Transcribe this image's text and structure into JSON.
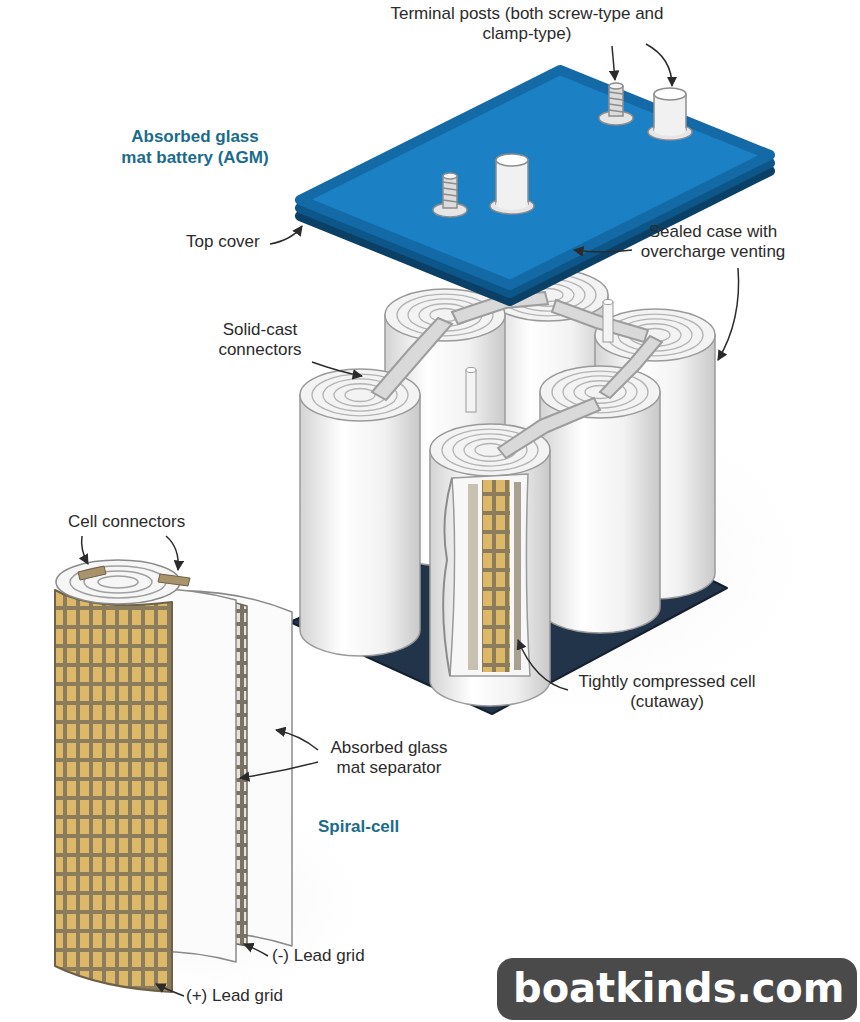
{
  "diagram": {
    "title": "Absorbed glass mat battery (AGM)",
    "labels": [
      "Terminal posts (both screw-type and clamp-type)",
      "Top cover",
      "Sealed case with overcharge venting",
      "Solid-cast connectors",
      "Tightly compressed cell (cutaway)",
      "Cell connectors",
      "Absorbed glass mat separator",
      "Spiral-cell",
      "(-) Lead grid",
      "(+) Lead grid",
      "boatkinds.com"
    ]
  }
}
